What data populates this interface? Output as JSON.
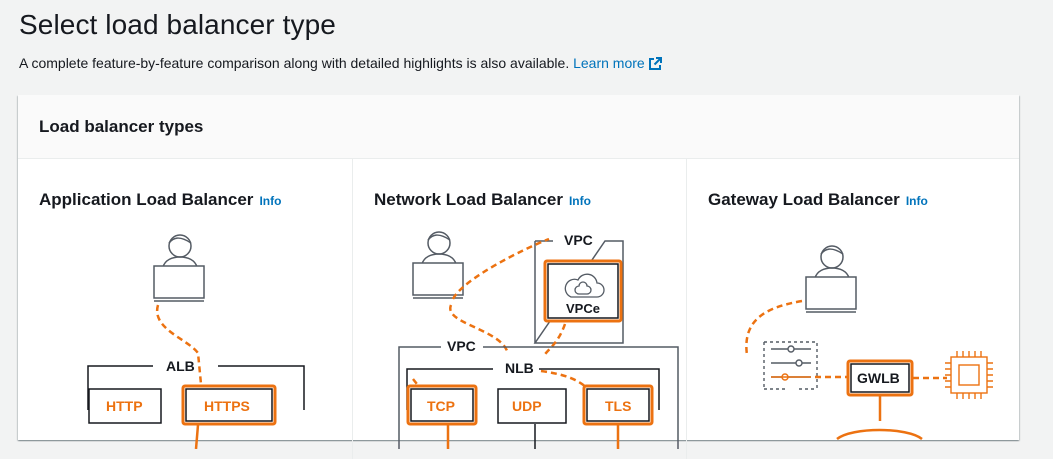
{
  "page": {
    "title": "Select load balancer type",
    "description": "A complete feature-by-feature comparison along with detailed highlights is also available.",
    "learn_more": "Learn more"
  },
  "container": {
    "title": "Load balancer types"
  },
  "cards": [
    {
      "title": "Application Load Balancer",
      "info": "Info",
      "diagram": {
        "group": "ALB",
        "boxes": [
          "HTTP",
          "HTTPS"
        ]
      }
    },
    {
      "title": "Network Load Balancer",
      "info": "Info",
      "diagram": {
        "vpc_top": "VPC",
        "endpoint": "VPCe",
        "vpc_bottom": "VPC",
        "group": "NLB",
        "boxes": [
          "TCP",
          "UDP",
          "TLS"
        ]
      }
    },
    {
      "title": "Gateway Load Balancer",
      "info": "Info",
      "diagram": {
        "box": "GWLB"
      }
    }
  ],
  "colors": {
    "accent": "#ec7211",
    "link": "#0073bb",
    "text": "#16191f",
    "line": "#545b64"
  }
}
